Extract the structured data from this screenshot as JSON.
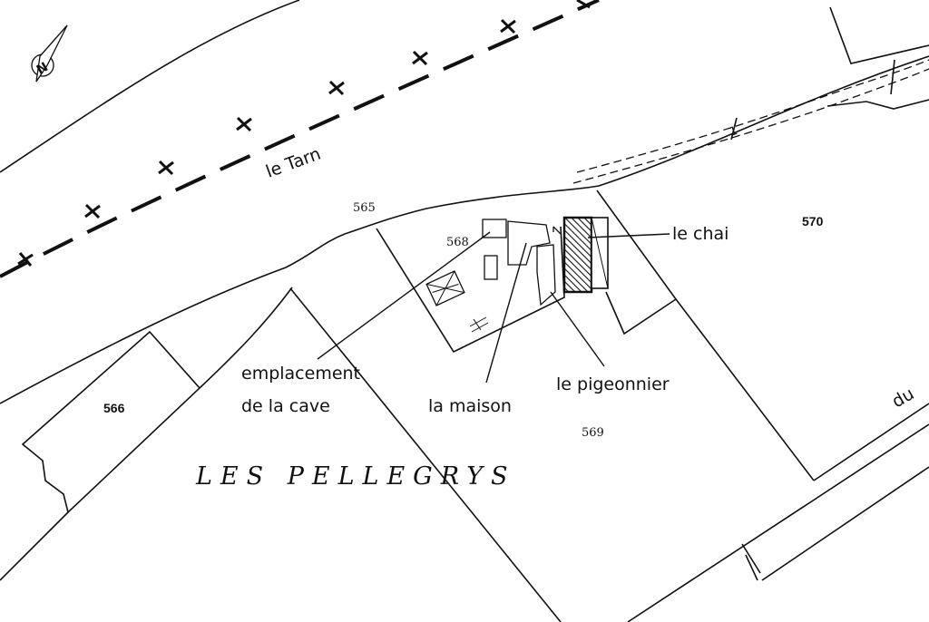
{
  "river_label": "le Tarn",
  "road_label": "du",
  "place_name": "LES PELLEGRYS",
  "parcels": {
    "p565": "565",
    "p566": "566",
    "p568": "568",
    "p569": "569",
    "p570": "570"
  },
  "annotations": {
    "le_chai": "le chai",
    "emplacement_line1": "emplacement",
    "emplacement_line2": "de la cave",
    "la_maison": "la maison",
    "le_pigeonnier": "le pigeonnier"
  },
  "boundary_marker": "1",
  "north_arrow_letter": "N",
  "colors": {
    "ink": "#111111",
    "paper": "#ffffff"
  },
  "icons": [
    "north-arrow-icon"
  ]
}
